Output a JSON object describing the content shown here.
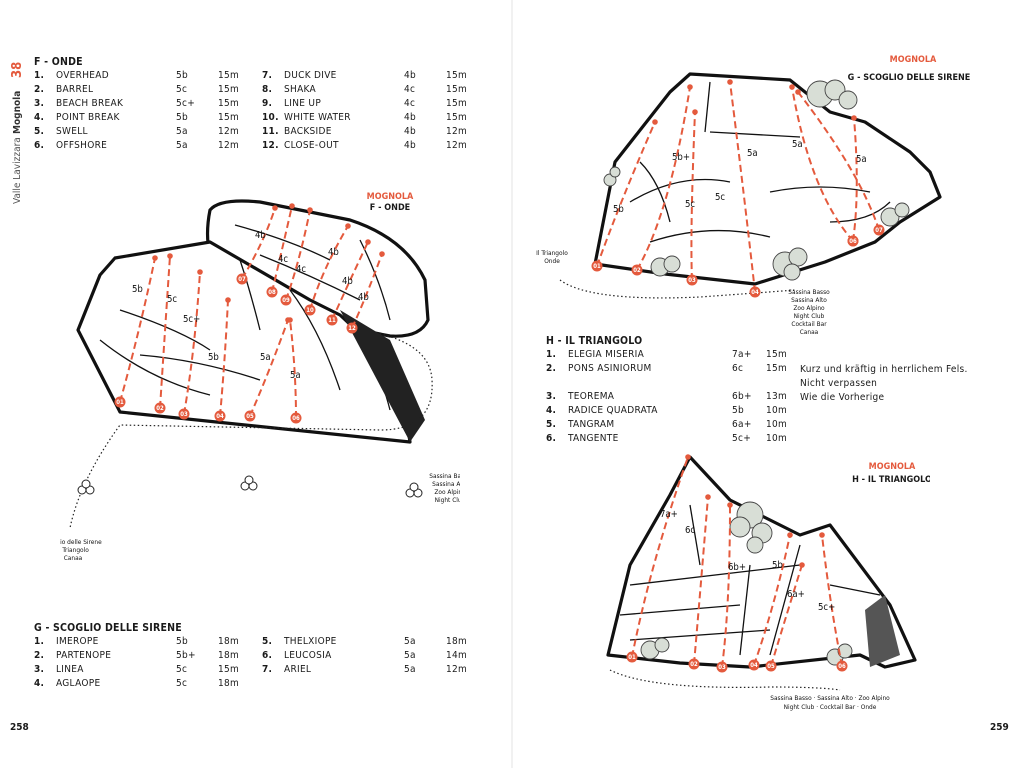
{
  "side_tab": {
    "chapter_number": "38",
    "area": "Mognola",
    "valley": "Valle Lavizzara"
  },
  "page_left": "258",
  "page_right": "259",
  "section_f": {
    "title": "F - ONDE",
    "routes_left": [
      {
        "n": "1.",
        "name": "OVERHEAD",
        "grade": "5b",
        "length": "15m"
      },
      {
        "n": "2.",
        "name": "BARREL",
        "grade": "5c",
        "length": "15m"
      },
      {
        "n": "3.",
        "name": "BEACH BREAK",
        "grade": "5c+",
        "length": "15m"
      },
      {
        "n": "4.",
        "name": "POINT BREAK",
        "grade": "5b",
        "length": "15m"
      },
      {
        "n": "5.",
        "name": "SWELL",
        "grade": "5a",
        "length": "12m"
      },
      {
        "n": "6.",
        "name": "OFFSHORE",
        "grade": "5a",
        "length": "12m"
      }
    ],
    "routes_right": [
      {
        "n": "7.",
        "name": "DUCK DIVE",
        "grade": "4b",
        "length": "15m"
      },
      {
        "n": "8.",
        "name": "SHAKA",
        "grade": "4c",
        "length": "15m"
      },
      {
        "n": "9.",
        "name": "LINE UP",
        "grade": "4c",
        "length": "15m"
      },
      {
        "n": "10.",
        "name": "WHITE WATER",
        "grade": "4b",
        "length": "15m"
      },
      {
        "n": "11.",
        "name": "BACKSIDE",
        "grade": "4b",
        "length": "12m"
      },
      {
        "n": "12.",
        "name": "CLOSE-OUT",
        "grade": "4b",
        "length": "12m"
      }
    ]
  },
  "section_g": {
    "title": "G - SCOGLIO DELLE SIRENE",
    "routes_left": [
      {
        "n": "1.",
        "name": "IMEROPE",
        "grade": "5b",
        "length": "18m"
      },
      {
        "n": "2.",
        "name": "PARTENOPE",
        "grade": "5b+",
        "length": "18m"
      },
      {
        "n": "3.",
        "name": "LINEA",
        "grade": "5c",
        "length": "15m"
      },
      {
        "n": "4.",
        "name": "AGLAOPE",
        "grade": "5c",
        "length": "18m"
      }
    ],
    "routes_right": [
      {
        "n": "5.",
        "name": "THELXIOPE",
        "grade": "5a",
        "length": "18m"
      },
      {
        "n": "6.",
        "name": "LEUCOSIA",
        "grade": "5a",
        "length": "14m"
      },
      {
        "n": "7.",
        "name": "ARIEL",
        "grade": "5a",
        "length": "12m"
      }
    ]
  },
  "section_h": {
    "title": "H - IL TRIANGOLO",
    "routes": [
      {
        "n": "1.",
        "name": "ELEGIA MISERIA",
        "grade": "7a+",
        "length": "15m",
        "note": ""
      },
      {
        "n": "2.",
        "name": "PONS ASINIORUM",
        "grade": "6c",
        "length": "15m",
        "note": "Kurz und kräftig in herrlichem Fels. Nicht verpassen"
      },
      {
        "n": "3.",
        "name": "TEOREMA",
        "grade": "6b+",
        "length": "13m",
        "note": "Wie die Vorherige"
      },
      {
        "n": "4.",
        "name": "RADICE QUADRATA",
        "grade": "5b",
        "length": "10m",
        "note": ""
      },
      {
        "n": "5.",
        "name": "TANGRAM",
        "grade": "6a+",
        "length": "10m",
        "note": ""
      },
      {
        "n": "6.",
        "name": "TANGENTE",
        "grade": "5c+",
        "length": "10m",
        "note": ""
      }
    ]
  },
  "topo_f": {
    "area": "MOGNOLA",
    "sector": "F - ONDE",
    "grades": [
      "4b",
      "4c",
      "4c",
      "4b",
      "4b",
      "4b",
      "5b",
      "5c",
      "5c+",
      "5b",
      "5a",
      "5a"
    ],
    "markers": [
      "01",
      "02",
      "03",
      "04",
      "05",
      "06",
      "07",
      "08",
      "09",
      "10",
      "11",
      "12"
    ],
    "dest_right": [
      "Sassina Basso",
      "Sassina Alto",
      "Zoo Alpino",
      "Night Club"
    ],
    "dest_left": [
      "Scoglio delle Sirene",
      "Il Triangolo",
      "Canaa"
    ]
  },
  "topo_g": {
    "area": "MOGNOLA",
    "sector": "G - SCOGLIO DELLE SIRENE",
    "grades": [
      "5b+",
      "5b",
      "5c",
      "5c",
      "5a",
      "5a",
      "5a"
    ],
    "markers": [
      "01",
      "02",
      "03",
      "04",
      "05",
      "06",
      "07"
    ],
    "dest_left": [
      "Il Triangolo",
      "Onde"
    ],
    "dest_right": [
      "Sassina Basso",
      "Sassina Alto",
      "Zoo Alpino",
      "Night Club",
      "Cocktail Bar",
      "Canaa"
    ]
  },
  "topo_h": {
    "area": "MOGNOLA",
    "sector": "H - IL TRIANGOLO",
    "grades": [
      "7a+",
      "6c",
      "6b+",
      "5b",
      "6a+",
      "5c+"
    ],
    "markers": [
      "01",
      "02",
      "03",
      "04",
      "05",
      "06"
    ],
    "dest": [
      "Sassina Basso · Sassina Alto · Zoo Alpino",
      "Night Club · Cocktail Bar · Onde"
    ]
  }
}
